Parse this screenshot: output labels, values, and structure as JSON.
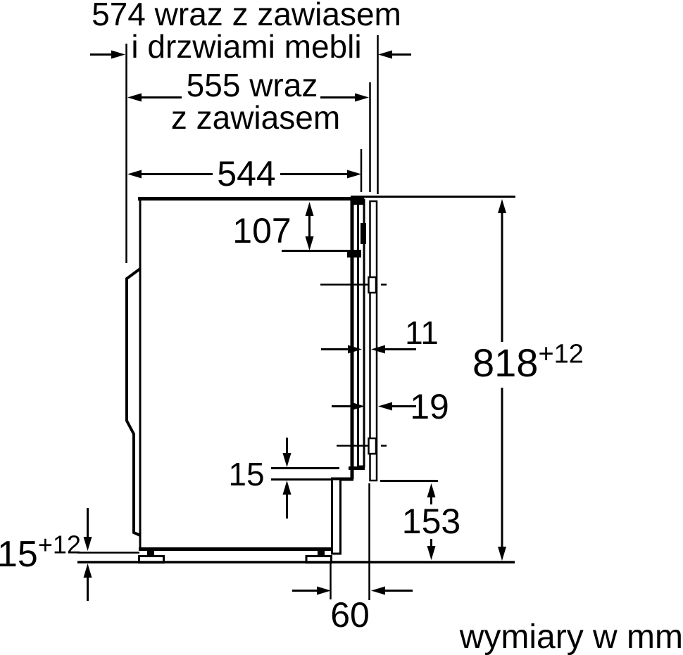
{
  "footer_note": "wymiary w mm",
  "dimensions": {
    "depth_with_hinge_and_door": {
      "line1": "574 wraz z zawiasem",
      "line2": "i drzwiami mebli"
    },
    "depth_with_hinge": {
      "line1": "555 wraz",
      "line2": "z zawiasem"
    },
    "depth_machine": "544",
    "top_hinge_offset": "107",
    "gap_front_to_door": "11",
    "door_thickness": "19",
    "niche_height": {
      "value": "818",
      "tolerance": "+12"
    },
    "bottom_hinge_height": "153",
    "front_step": "15",
    "foot_height": {
      "value": "15",
      "tolerance": "+12"
    },
    "bottom_recess": "60"
  },
  "colors": {
    "line": "#000000",
    "background": "#ffffff"
  }
}
